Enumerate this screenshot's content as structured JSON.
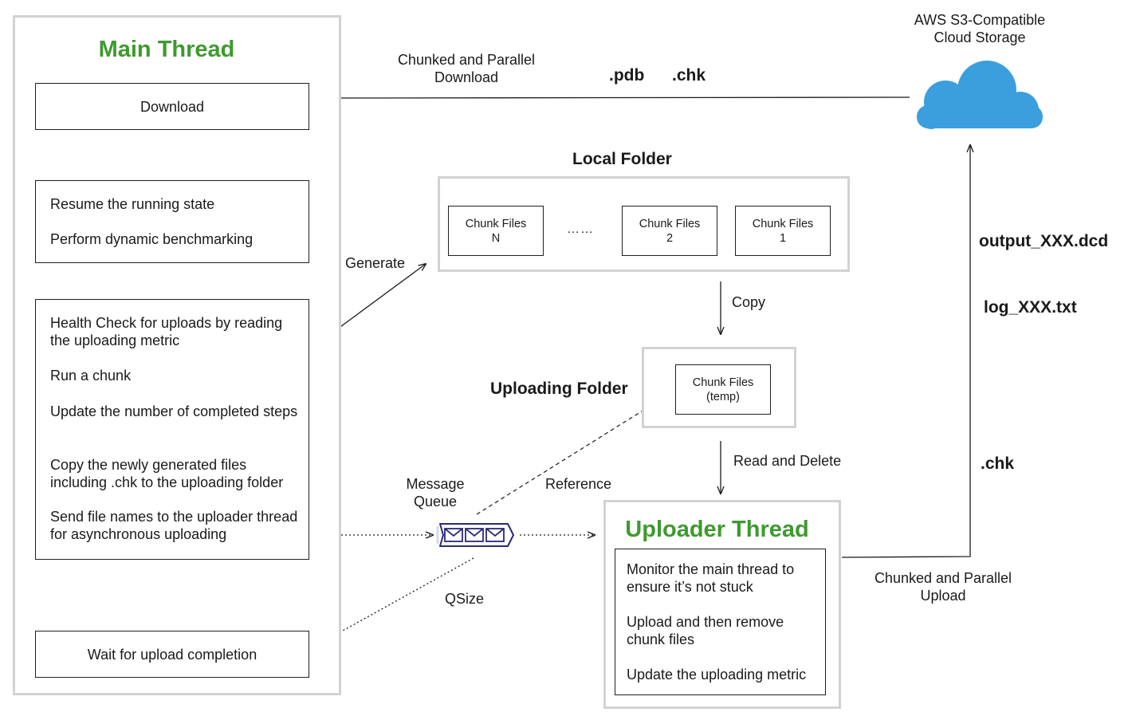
{
  "main_thread": {
    "title": "Main Thread",
    "download": "Download",
    "resume_lines": [
      "Resume the running state",
      "Perform dynamic benchmarking"
    ],
    "loop_lines": [
      "Health Check for uploads by reading the uploading metric",
      "Run a chunk",
      "Update the number of completed steps",
      "Copy the newly generated files including .chk to the uploading folder",
      "Send file names to the uploader thread for asynchronous uploading"
    ],
    "wait": "Wait for upload completion"
  },
  "cloud": {
    "label_line1": "AWS S3-Compatible",
    "label_line2": "Cloud Storage"
  },
  "download_edge": {
    "label_line1": "Chunked and Parallel",
    "label_line2": "Download",
    "file_pdb": ".pdb",
    "file_chk": ".chk"
  },
  "local_folder": {
    "title": "Local Folder",
    "chunk_n": [
      "Chunk Files",
      "N"
    ],
    "ellipsis": "……",
    "chunk_2": [
      "Chunk Files",
      "2"
    ],
    "chunk_1": [
      "Chunk Files",
      "1"
    ]
  },
  "edges": {
    "generate": "Generate",
    "copy": "Copy",
    "read_delete": "Read and Delete",
    "reference": "Reference",
    "qsize": "QSize"
  },
  "uploading_folder": {
    "title": "Uploading Folder",
    "temp": [
      "Chunk Files",
      "(temp)"
    ]
  },
  "message_queue": {
    "label_line1": "Message",
    "label_line2": "Queue"
  },
  "uploader_thread": {
    "title": "Uploader Thread",
    "lines": [
      "Monitor the main thread to ensure it’s not stuck",
      "Upload and then remove chunk files",
      "Update the uploading metric"
    ]
  },
  "upload_edge": {
    "label_line1": "Chunked and Parallel",
    "label_line2": "Upload",
    "file_output": "output_XXX.dcd",
    "file_log": "log_XXX.txt",
    "file_chk": ".chk"
  },
  "colors": {
    "green_title": "#3e9a2e",
    "cloud": "#3a9fdc",
    "queue": "#2a2a7a",
    "panel_border": "#d2d2d2"
  }
}
